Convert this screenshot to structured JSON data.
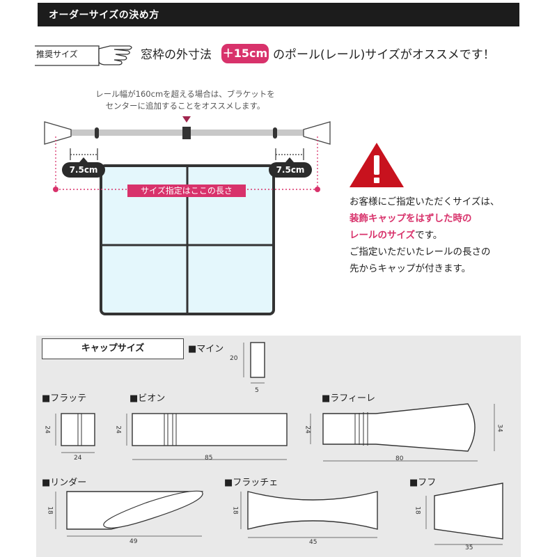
{
  "header": {
    "title": "オーダーサイズの決め方"
  },
  "recommend": {
    "tag": "推奨サイズ",
    "text_before": "窓枠の外寸法",
    "highlight": "＋15cm",
    "text_after": "のポール(レール)サイズがオススメです！"
  },
  "diagram": {
    "note_line1": "レール幅が160cmを超える場合は、ブラケットを",
    "note_line2": "センターに追加することをオススメします。",
    "left_badge": "7.5cm",
    "right_badge": "7.5cm",
    "size_label": "サイズ指定はここの長さ"
  },
  "info": {
    "line1": "お客様にご指定いただくサイズは、",
    "line2_em": "装飾キャップをはずした時の",
    "line3_em": "レールのサイズ",
    "line3_rest": "です。",
    "line4": "ご指定いただいたレールの長さの",
    "line5": "先からキャップが付きます。"
  },
  "caps": {
    "title": "キャップサイズ",
    "items": {
      "main": {
        "name": "■マイン",
        "h": "20",
        "w": "5"
      },
      "flatte": {
        "name": "■フラッテ",
        "h": "24",
        "w": "24"
      },
      "bion": {
        "name": "■ビオン",
        "h": "24",
        "w": "85"
      },
      "rafiore": {
        "name": "■ラフィーレ",
        "h": "24",
        "h2": "34",
        "w": "80"
      },
      "linder": {
        "name": "■リンダー",
        "h": "18",
        "w": "49"
      },
      "flacce": {
        "name": "■フラッチェ",
        "h": "18",
        "w": "45"
      },
      "fufu": {
        "name": "■フフ",
        "h": "18",
        "w": "35"
      }
    }
  },
  "colors": {
    "accent": "#d8326b",
    "dark": "#1c1c1c",
    "window_glass": "#e4f7fc",
    "panel": "#e9e9e9"
  }
}
